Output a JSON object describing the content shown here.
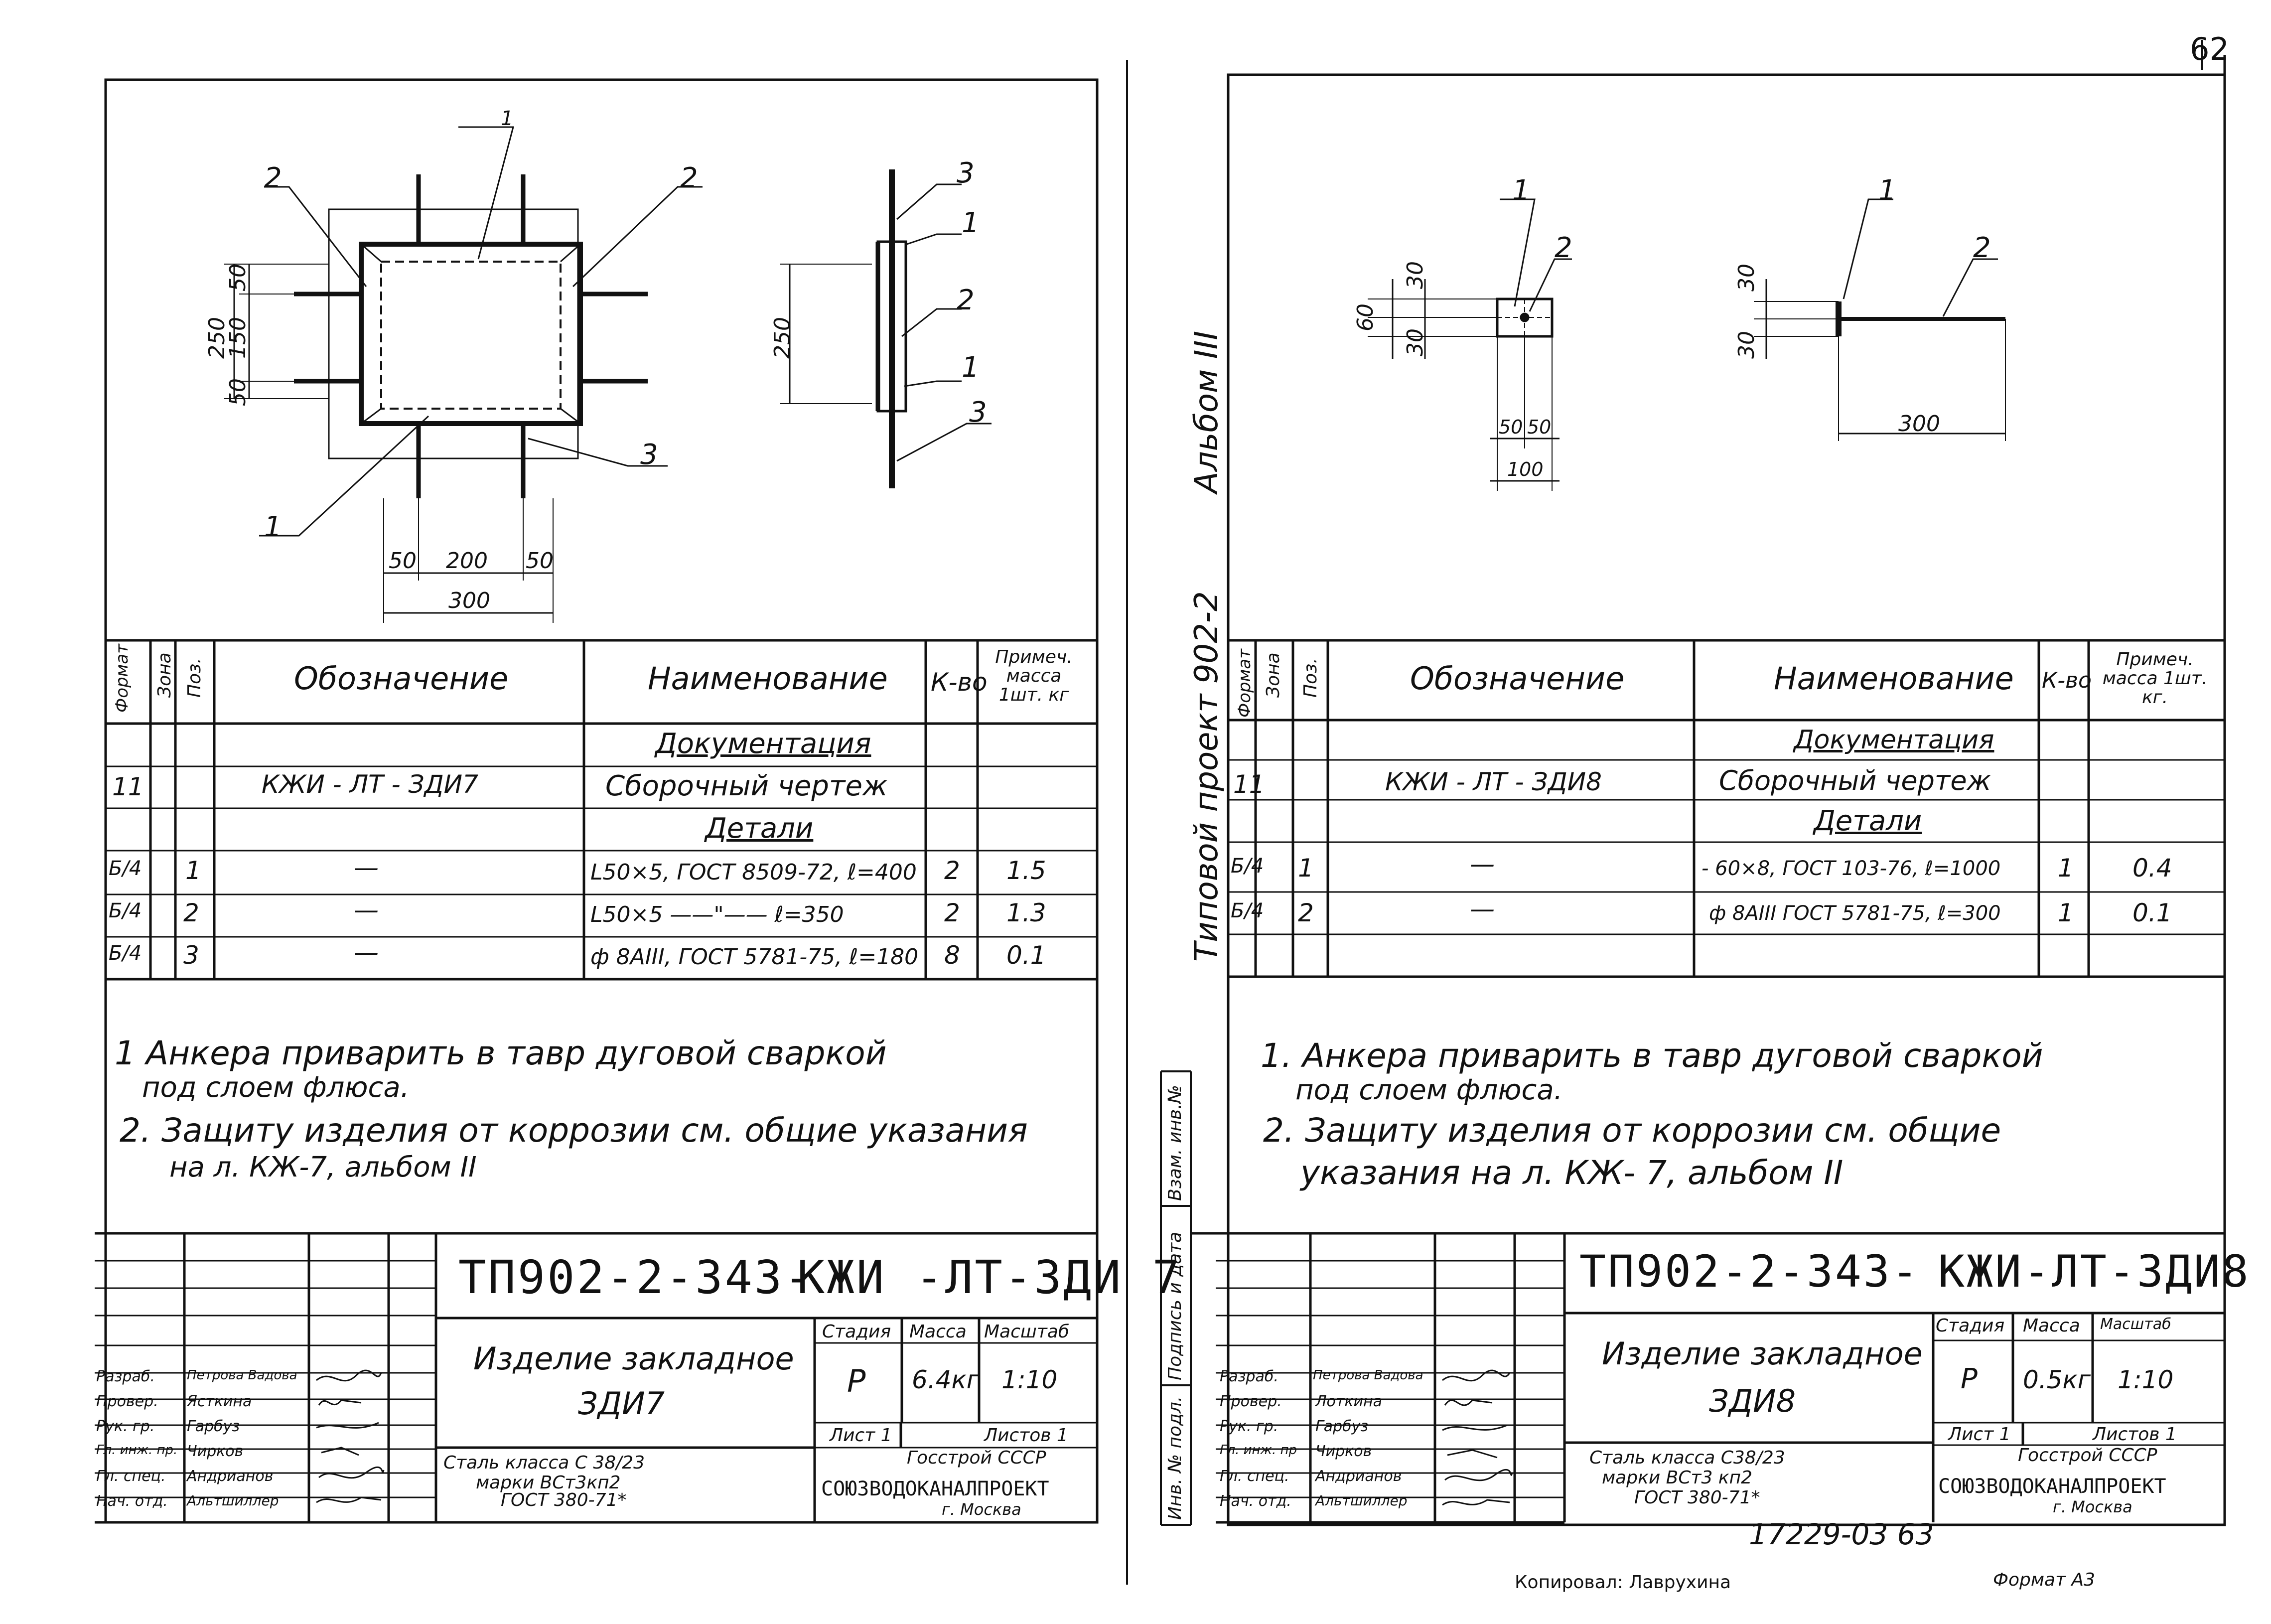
{
  "page_number": "62",
  "sheet_side_text": {
    "album": "Альбом III",
    "project": "Типовой проект 902-2",
    "inv_no": "Взам. инв.№",
    "sign_date": "Подпись и дата",
    "inv_orig": "Инв. № подл."
  },
  "left": {
    "drawing": {
      "callouts": [
        "1",
        "2",
        "2",
        "3",
        "1",
        "3",
        "1",
        "2",
        "1",
        "3"
      ],
      "dims": {
        "d250": "250",
        "d50a": "50",
        "d150": "150",
        "d50b": "50",
        "d250b": "250",
        "d50c": "50",
        "d200": "200",
        "d50d": "50",
        "d300": "300"
      }
    },
    "spec": {
      "headers": {
        "format": "Формат",
        "zone": "Зона",
        "pos": "Поз.",
        "designation": "Обозначение",
        "name": "Наименование",
        "qty": "К-во",
        "note": "Примеч. масса 1шт. кг"
      },
      "section_docs": "Документация",
      "doc_row": {
        "format": "11",
        "designation": "КЖИ - ЛТ - ЗДИ7",
        "name": "Сборочный  чертеж"
      },
      "section_details": "Детали",
      "rows": [
        {
          "format": "Б/4",
          "pos": "1",
          "designation": "—",
          "name": "L50×5, ГОСТ 8509-72, ℓ=400",
          "qty": "2",
          "mass": "1.5"
        },
        {
          "format": "Б/4",
          "pos": "2",
          "designation": "—",
          "name": "L50×5  ——\"——   ℓ=350",
          "qty": "2",
          "mass": "1.3"
        },
        {
          "format": "Б/4",
          "pos": "3",
          "designation": "—",
          "name": "ф 8АIII, ГОСТ 5781-75, ℓ=180",
          "qty": "8",
          "mass": "0.1"
        }
      ]
    },
    "notes": [
      "1 Анкера   приварить   в   тавр   дуговой   сваркой",
      "под  слоем     флюса.",
      "2. Защиту     изделия    от    коррозии    см.   общие   указания",
      "на  л.  КЖ-7,            альбом II"
    ],
    "title_block": {
      "code": "ТП902-2-343-",
      "code2": "КЖИ -ЛТ-ЗДИ 7",
      "item": "Изделие  закладное",
      "item2": "ЗДИ7",
      "material": [
        "Сталь  класса   С 38/23",
        "марки  ВСт3кп2",
        "ГОСТ 380-71*"
      ],
      "stage_h": "Стадия",
      "mass_h": "Масса",
      "scale_h": "Масштаб",
      "stage": "Р",
      "mass": "6.4кг",
      "scale": "1:10",
      "sheet": "Лист 1",
      "sheets": "Листов 1",
      "org1": "Госстрой СССР",
      "org2": "СОЮЗВОДОКАНАЛПРОЕКТ",
      "org3": "г. Москва",
      "roles": [
        "Разраб.",
        "Провер.",
        "Рук. гр.",
        "Гл. инж. пр.",
        "Гл. спец.",
        "Нач. отд."
      ],
      "names": [
        "Петрова Вадова",
        "Ясткина",
        "Гарбуз",
        "Чирков",
        "Андрианов",
        "Альтшиллер"
      ]
    }
  },
  "right": {
    "drawing": {
      "callouts": [
        "1",
        "2",
        "1",
        "2"
      ],
      "dims": {
        "d60": "60",
        "d30a": "30",
        "d30b": "30",
        "d30c": "30",
        "d30d": "30",
        "d50a": "50",
        "d50b": "50",
        "d100": "100",
        "d300": "300"
      }
    },
    "spec": {
      "headers": {
        "format": "Формат",
        "zone": "Зона",
        "pos": "Поз.",
        "designation": "Обозначение",
        "name": "Наименование",
        "qty": "К-во",
        "note": "Примеч. масса 1шт. кг."
      },
      "section_docs": "Документация",
      "doc_row": {
        "format": "11",
        "designation": "КЖИ - ЛТ - ЗДИ8",
        "name": "Сборочный   чертеж"
      },
      "section_details": "Детали",
      "rows": [
        {
          "format": "Б/4",
          "pos": "1",
          "designation": "—",
          "name": "- 60×8, ГОСТ 103-76,  ℓ=1000",
          "qty": "1",
          "mass": "0.4"
        },
        {
          "format": "Б/4",
          "pos": "2",
          "designation": "—",
          "name": "ф 8АIII ГОСТ 5781-75, ℓ=300",
          "qty": "1",
          "mass": "0.1"
        }
      ]
    },
    "notes": [
      "1. Анкера      приварить    в    тавр     дуговой       сваркой",
      "под  слоем      флюса.",
      "2. Защиту      изделия     от     коррозии      см.  общие",
      "указания     на     л.  КЖ- 7,        альбом II"
    ],
    "title_block": {
      "code": "ТП902-2-343-",
      "code2": "КЖИ-ЛТ-ЗДИ8",
      "item": "Изделие   закладное",
      "item2": "ЗДИ8",
      "material": [
        "Сталь  класса     С38/23",
        "марки   ВСт3  кп2",
        "ГОСТ 380-71*"
      ],
      "stage_h": "Стадия",
      "mass_h": "Масса",
      "scale_h": "Масштаб",
      "stage": "Р",
      "mass": "0.5кг",
      "scale": "1:10",
      "sheet": "Лист 1",
      "sheets": "Листов 1",
      "org1": "Госстрой СССР",
      "org2": "СОЮЗВОДОКАНАЛПРОЕКТ",
      "org3": "г. Москва",
      "roles": [
        "Разраб.",
        "Провер.",
        "Рук. гр.",
        "Гл. инж. пр",
        "Гл. спец.",
        "Нач. отд."
      ],
      "names": [
        "Петрова Вадова",
        "Лоткина",
        "Гарбуз",
        "Чирков",
        "Андрианов",
        "Альтшиллер"
      ]
    }
  },
  "footer": {
    "doc_no": "17229-03  63",
    "copied": "Копировал: Лаврухина",
    "format": "Формат  А3"
  }
}
